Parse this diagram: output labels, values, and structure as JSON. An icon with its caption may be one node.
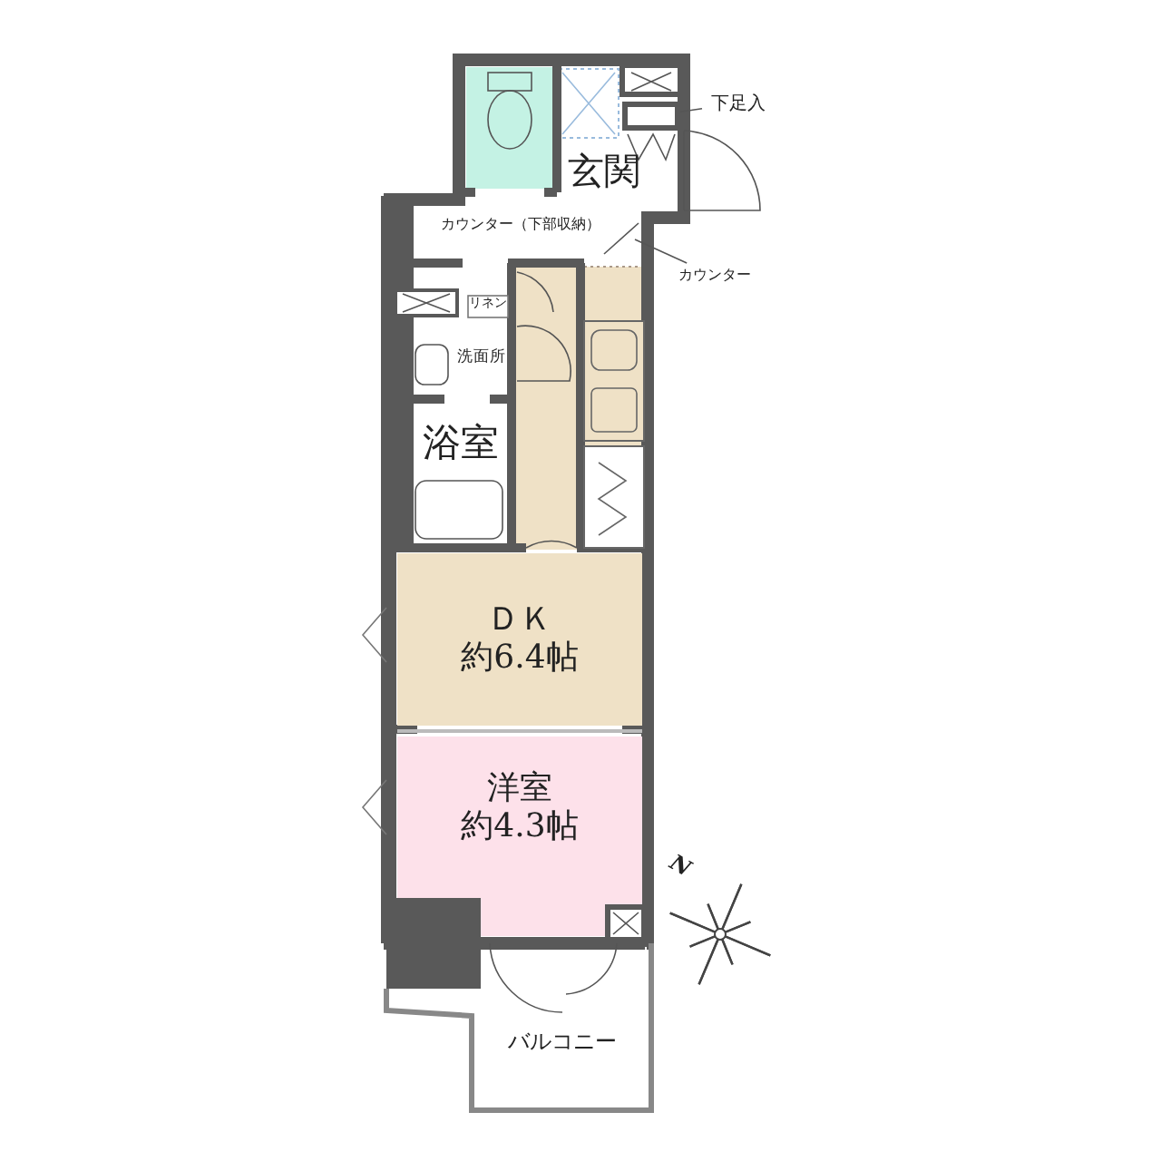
{
  "diagram": {
    "nodes": [
      {
        "text": [
          "玄関"
        ]
      },
      {
        "text": [
          "洗面所"
        ]
      },
      {
        "text": [
          "浴室"
        ]
      },
      {
        "text": [
          "ＤＫ",
          "約6.4帖"
        ]
      },
      {
        "text": [
          "洋室",
          "約4.3帖"
        ]
      },
      {
        "text": [
          "バルコニー"
        ]
      },
      {
        "text": [
          "下足入"
        ]
      },
      {
        "text": [
          "カウンター"
        ]
      },
      {
        "text": [],
        "shape": "box"
      }
    ],
    "edges": [
      {
        "from": 6,
        "to": 8,
        "arrow": "none"
      },
      {
        "from": 7,
        "to": null,
        "arrow": "none"
      }
    ],
    "labels": [
      "カウンター（下部収納）",
      "リネン",
      "N"
    ]
  }
}
